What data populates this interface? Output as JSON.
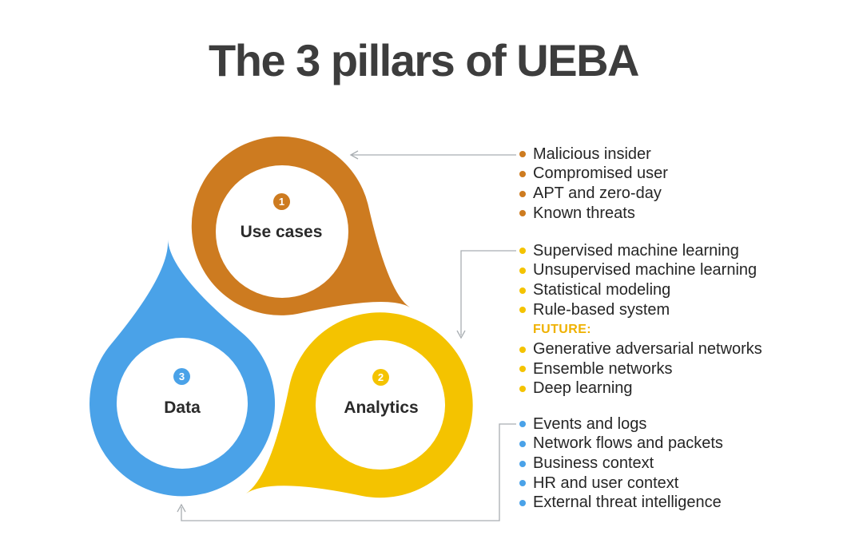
{
  "title": "The 3 pillars of UEBA",
  "colors": {
    "use_cases": "#cd7b20",
    "analytics": "#f4c300",
    "data": "#4aa2e8",
    "future": "#efb100",
    "connector": "#a9aeb2",
    "title": "#3d3d3d"
  },
  "pillars": {
    "use_cases": {
      "number": "1",
      "label": "Use cases"
    },
    "analytics": {
      "number": "2",
      "label": "Analytics"
    },
    "data": {
      "number": "3",
      "label": "Data"
    }
  },
  "lists": {
    "use_cases": {
      "items": [
        "Malicious insider",
        "Compromised user",
        "APT and zero-day",
        "Known threats"
      ]
    },
    "analytics": {
      "items": [
        "Supervised machine learning",
        "Unsupervised machine learning",
        "Statistical modeling",
        "Rule-based system"
      ],
      "future_label": "FUTURE:",
      "future_items": [
        "Generative adversarial networks",
        "Ensemble networks",
        "Deep learning"
      ]
    },
    "data": {
      "items": [
        "Events and logs",
        "Network flows and packets",
        "Business context",
        "HR and user context",
        "External threat intelligence"
      ]
    }
  }
}
